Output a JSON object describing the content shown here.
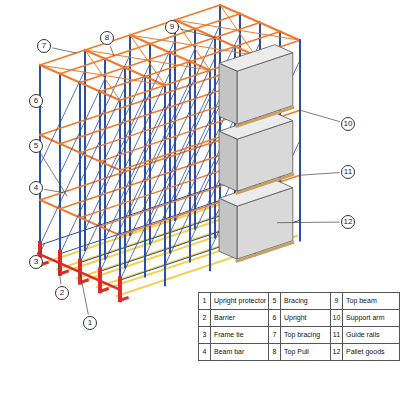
{
  "diagram": {
    "labels": [
      "1",
      "2",
      "3",
      "4",
      "5",
      "6",
      "7",
      "8",
      "9",
      "10",
      "11",
      "12",
      "1",
      "Upright protector",
      "5",
      "Bracing",
      "9",
      "Top beam",
      "2",
      "Barrier",
      "6",
      "Upright",
      "10",
      "Support arm",
      "3",
      "Frame tie",
      "7",
      "Top bracing",
      "11",
      "Guide rails",
      "4",
      "Beam bar",
      "8",
      "Top Pull",
      "12",
      "Pallet goods"
    ]
  }
}
